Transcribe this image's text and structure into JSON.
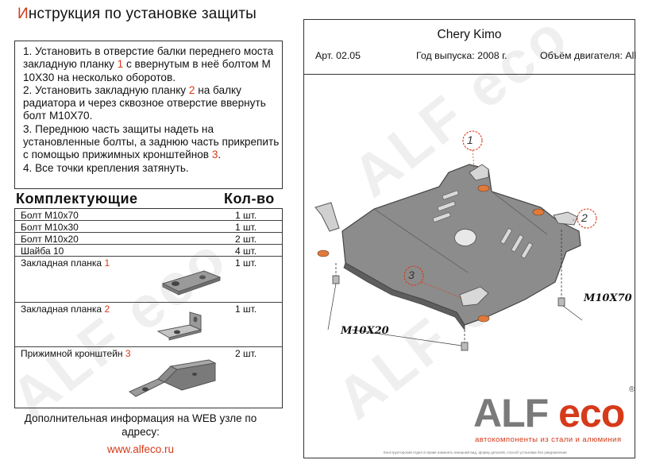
{
  "header": {
    "title_first": "И",
    "title_rest": "нструкция по установке защиты"
  },
  "instructions": {
    "s1a": "1. Установить в отверстие балки переднего моста закладную планку ",
    "s1n": "1",
    "s1b": " с ввернутым в неё болтом М 10Х30 на несколько оборотов.",
    "s2a": "2. Установить закладную планку ",
    "s2n": "2",
    "s2b": " на балку радиатора и через сквозное отверстие ввернуть болт М10Х70.",
    "s3a": "3. Переднюю часть защиты надеть на установленные болты, а заднюю часть прикрепить с помощью прижимных кронштейнов ",
    "s3n": "3",
    "s3b": ".",
    "s4": "4. Все точки крепления затянуть."
  },
  "kit": {
    "heading": "Комплектующие",
    "qty_heading": "Кол-во",
    "items": [
      {
        "name": "Болт М10х70",
        "qty": "1 шт."
      },
      {
        "name": "Болт М10х30",
        "qty": "1 шт."
      },
      {
        "name": "Болт М10х20",
        "qty": "2 шт."
      },
      {
        "name": "Шайба 10",
        "qty": "4 шт."
      },
      {
        "name": "Закладная планка ",
        "num": "1",
        "qty": "1 шт."
      },
      {
        "name": "Закладная планка ",
        "num": "2",
        "qty": "1 шт."
      },
      {
        "name": "Прижимной кронштейн ",
        "num": "3",
        "qty": "2 шт."
      }
    ]
  },
  "info": {
    "text": "Дополнительная информация на WEB узле по адресу:",
    "url": "www.alfeco.ru"
  },
  "product": {
    "model": "Chery  Kimo",
    "article": "Арт. 02.05",
    "year": "Год выпуска: 2008 г.",
    "engine": "Объём двигателя: All"
  },
  "diagram": {
    "labels": {
      "m10x70": "M10X70",
      "m10x20": "M10X20"
    },
    "callouts": [
      "1",
      "2",
      "3"
    ]
  },
  "logo": {
    "alf": "ALF ",
    "eco": "eco",
    "reg": "®",
    "tagline": "автокомпоненты из стали и алюминия",
    "copyright": "Конструкторский отдел в праве изменять внешний вид, форму деталей, способ установки без уведомления"
  },
  "watermark": "ALF eco",
  "colors": {
    "accent": "#d63a1a",
    "part": "#8a8a8a",
    "text": "#111111"
  }
}
